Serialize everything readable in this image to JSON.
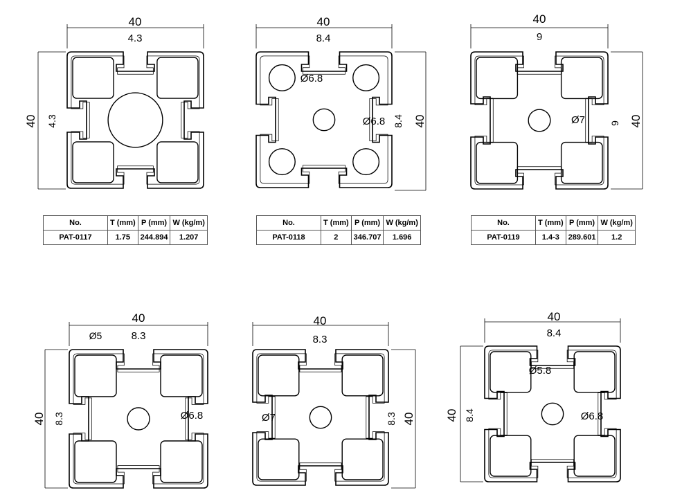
{
  "profiles": [
    {
      "no": "PAT-0117",
      "t": "1.75",
      "p": "244.894",
      "w": "1.207",
      "labels": [
        "40",
        "4.3",
        "40",
        "4.3"
      ]
    },
    {
      "no": "PAT-0118",
      "t": "2",
      "p": "346.707",
      "w": "1.696",
      "labels": [
        "40",
        "8.4",
        "Ø6.8",
        "Ø6.8",
        "8.4",
        "40"
      ]
    },
    {
      "no": "PAT-0119",
      "t": "1.4-3",
      "p": "289.601",
      "w": "1.2",
      "labels": [
        "40",
        "9",
        "Ø7",
        "9",
        "40"
      ]
    },
    {
      "labels": [
        "40",
        "Ø5",
        "8.3",
        "40",
        "8.3",
        "Ø6.8"
      ]
    },
    {
      "labels": [
        "40",
        "8.3",
        "Ø7",
        "8.3",
        "40"
      ]
    },
    {
      "labels": [
        "40",
        "8.4",
        "Ø5.8",
        "40",
        "8.4",
        "Ø6.8"
      ]
    }
  ],
  "table_headers": {
    "no": "No.",
    "t": "T (mm)",
    "p": "P (mm)",
    "w": "W (kg/m)"
  }
}
